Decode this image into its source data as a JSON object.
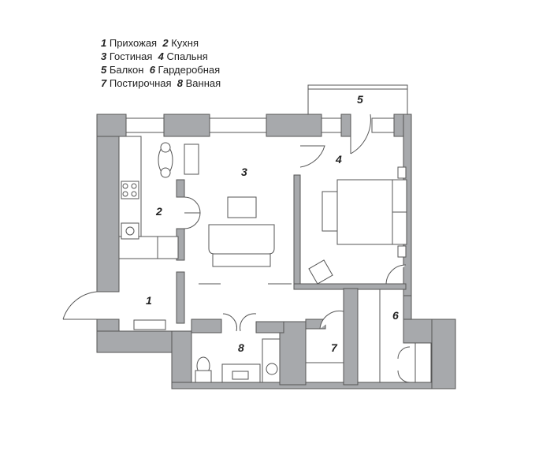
{
  "legend": [
    [
      {
        "num": "1",
        "name": "Прихожая"
      },
      {
        "num": "2",
        "name": "Кухня"
      }
    ],
    [
      {
        "num": "3",
        "name": "Гостиная"
      },
      {
        "num": "4",
        "name": "Спальня"
      }
    ],
    [
      {
        "num": "5",
        "name": "Балкон"
      },
      {
        "num": "6",
        "name": "Гардеробная"
      }
    ],
    [
      {
        "num": "7",
        "name": "Постирочная"
      },
      {
        "num": "8",
        "name": "Ванная"
      }
    ]
  ],
  "rooms": {
    "r1": "1",
    "r2": "2",
    "r3": "3",
    "r4": "4",
    "r5": "5",
    "r6": "6",
    "r7": "7",
    "r8": "8"
  },
  "colors": {
    "wall": "#a7a9ac",
    "line": "#555555",
    "text": "#222222"
  }
}
